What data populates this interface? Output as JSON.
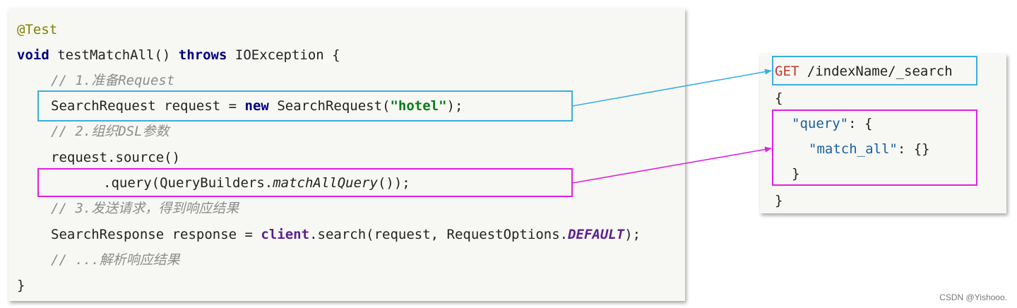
{
  "java": {
    "annotation": "@Test",
    "kw_void": "void",
    "method_sig": " testMatchAll() ",
    "kw_throws": "throws",
    "sig_end": " IOException {",
    "comment1": "// 1.准备Request",
    "req_a": "SearchRequest request = ",
    "kw_new": "new",
    "req_b": " SearchRequest(",
    "req_str": "\"hotel\"",
    "req_c": ");",
    "comment2": "// 2.组织DSL参数",
    "source_line": "request.source()",
    "query_a": ".query(QueryBuilders.",
    "query_method": "matchAllQuery",
    "query_b": "());",
    "comment3": "// 3.发送请求，得到响应结果",
    "resp_a": "SearchResponse response = ",
    "resp_client": "client",
    "resp_b": ".search(request, RequestOptions.",
    "resp_default": "DEFAULT",
    "resp_c": ");",
    "comment4": "// ...解析响应结果",
    "close_brace": "}"
  },
  "dsl": {
    "method": "GET",
    "path": " /indexName/_search",
    "open": "{",
    "query_key": "\"query\"",
    "query_rest": ": {",
    "match_key": "\"match_all\"",
    "match_rest": ": {}",
    "inner_close": "}",
    "outer_close": "}"
  },
  "watermark": "CSDN @Yishooo.",
  "colors": {
    "blue_highlight": "#3aaee0",
    "magenta_highlight": "#e020e0"
  }
}
